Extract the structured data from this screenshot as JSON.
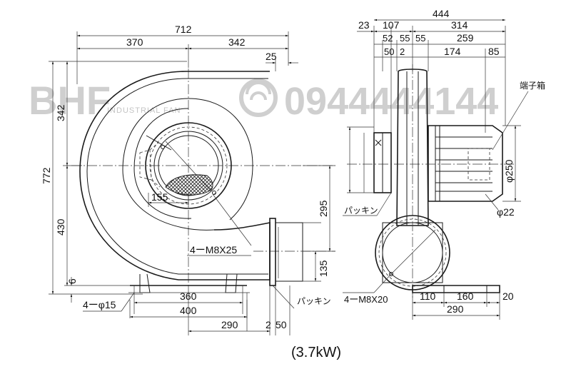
{
  "front_view": {
    "dim_top_overall": "712",
    "dim_top_left": "370",
    "dim_top_right": "342",
    "dim_top_offset": "25",
    "dim_left_overall": "772",
    "dim_left_upper": "342",
    "dim_left_lower": "430",
    "dim_left_base": "6",
    "dim_outlet_height": "295",
    "dim_outlet_inner": "135",
    "dim_bolt_circle": "155",
    "label_flange_bolts": "4ーM8X25",
    "label_gasket": "パッキン",
    "label_foot_holes": "4ーφ15",
    "dim_bottom_360": "360",
    "dim_bottom_400": "400",
    "dim_bottom_290": "290",
    "dim_bottom_2": "2",
    "dim_bottom_50": "50"
  },
  "side_view": {
    "dim_overall": "444",
    "dim_23": "23",
    "dim_107": "107",
    "dim_314": "314",
    "dim_52": "52",
    "dim_55a": "55",
    "dim_55b": "55",
    "dim_259": "259",
    "dim_50": "50",
    "dim_2": "2",
    "dim_174": "174",
    "dim_85": "85",
    "label_terminal_box": "端子箱",
    "dim_motor_dia": "φ250",
    "dim_shaft_dia": "φ22",
    "label_gasket": "パッキン",
    "label_inlet_bolts": "4ーM8X20",
    "dim_base_110": "110",
    "dim_base_160": "160",
    "dim_base_20": "20",
    "dim_base_290": "290"
  },
  "watermark": {
    "brand": "BHF",
    "brand_sub": "INDUSTRIAL FAN",
    "phone": "0944444144"
  },
  "caption": "(3.7kW)"
}
